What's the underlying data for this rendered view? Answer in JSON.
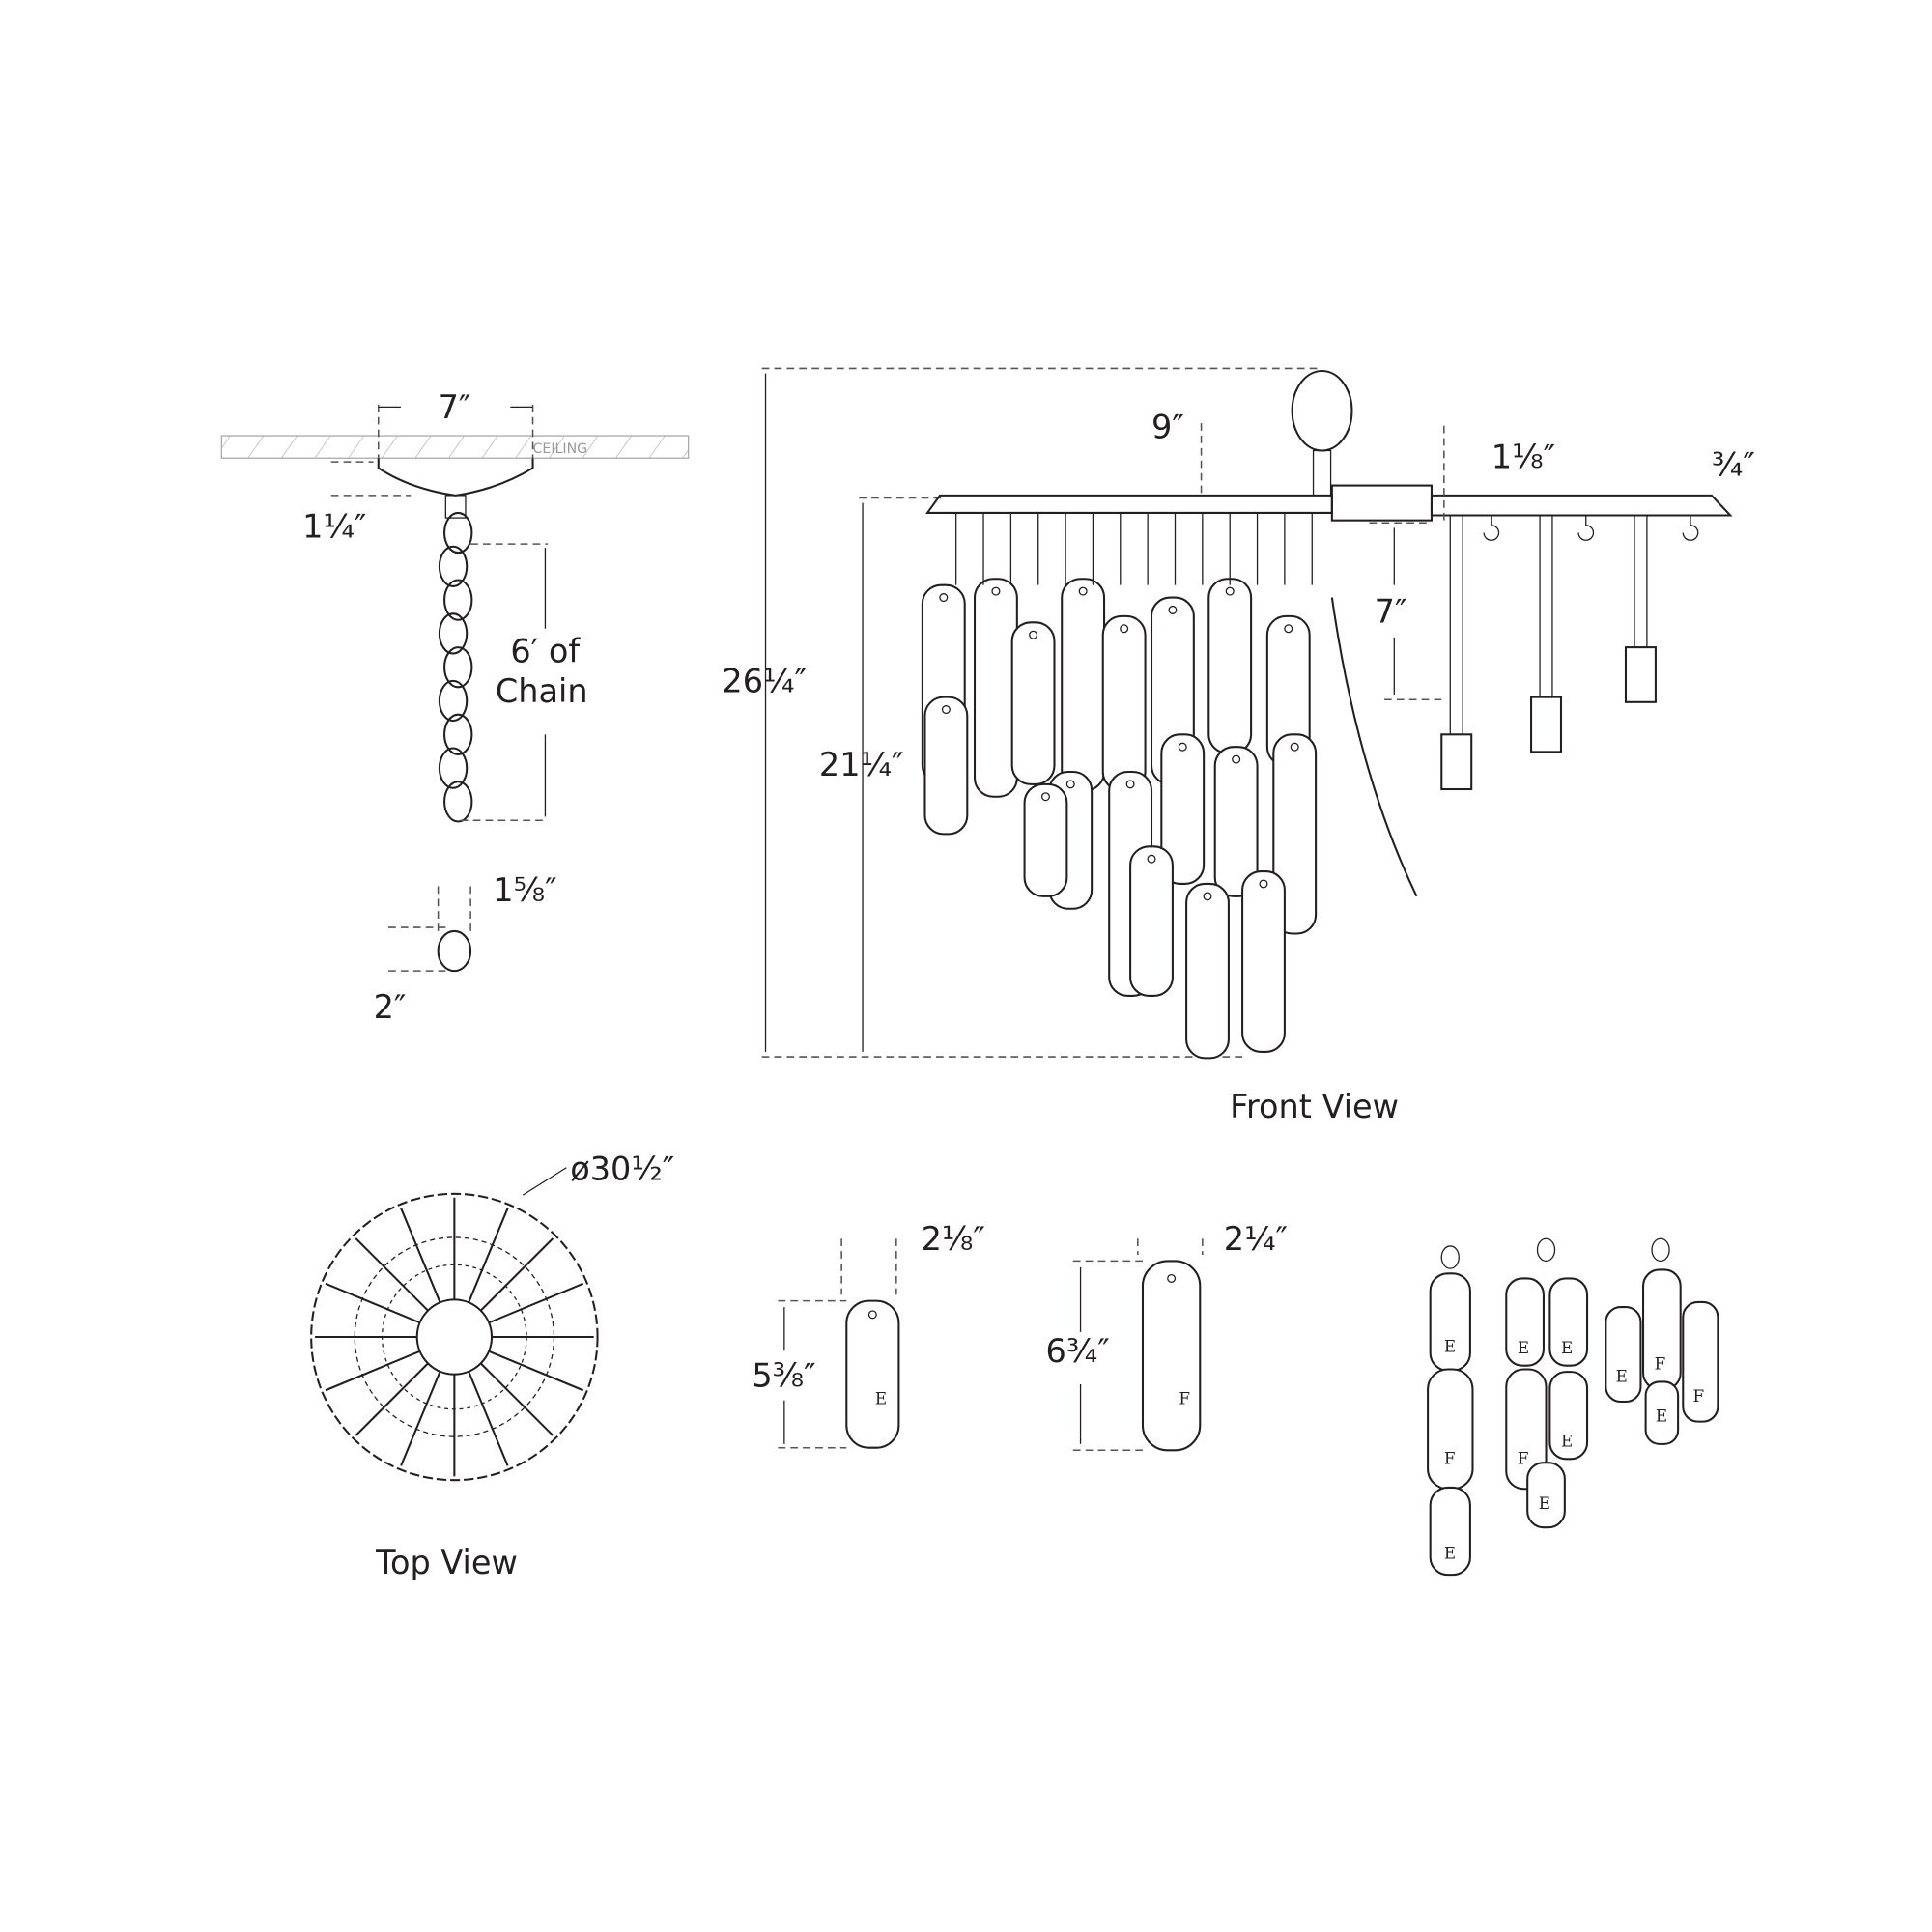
{
  "canopy": {
    "width_label": "7″",
    "ceiling_label": "CEILING",
    "height_label": "1¼″",
    "chain_label_line1": "6′ of",
    "chain_label_line2": "Chain"
  },
  "chain_link": {
    "width_label": "1⅝″",
    "height_label": "2″"
  },
  "front_view": {
    "caption": "Front View",
    "overall_height_label": "26¼″",
    "body_height_label": "21¼″",
    "loop_label": "9″",
    "bar_gap_label": "1⅛″",
    "bar_thickness_label": "¾″",
    "socket_drop_label": "7″"
  },
  "top_view": {
    "caption": "Top View",
    "diameter_label": "ø30½″"
  },
  "glass_e": {
    "width_label": "2⅛″",
    "height_label": "5⅜″",
    "letter": "E"
  },
  "glass_f": {
    "width_label": "2¼″",
    "height_label": "6¾″",
    "letter": "F"
  },
  "clusters": {
    "cluster1": [
      "E",
      "F",
      "E"
    ],
    "cluster2": [
      "E",
      "E",
      "F",
      "E",
      "E"
    ],
    "cluster3": [
      "E",
      "F",
      "E",
      "F"
    ]
  }
}
